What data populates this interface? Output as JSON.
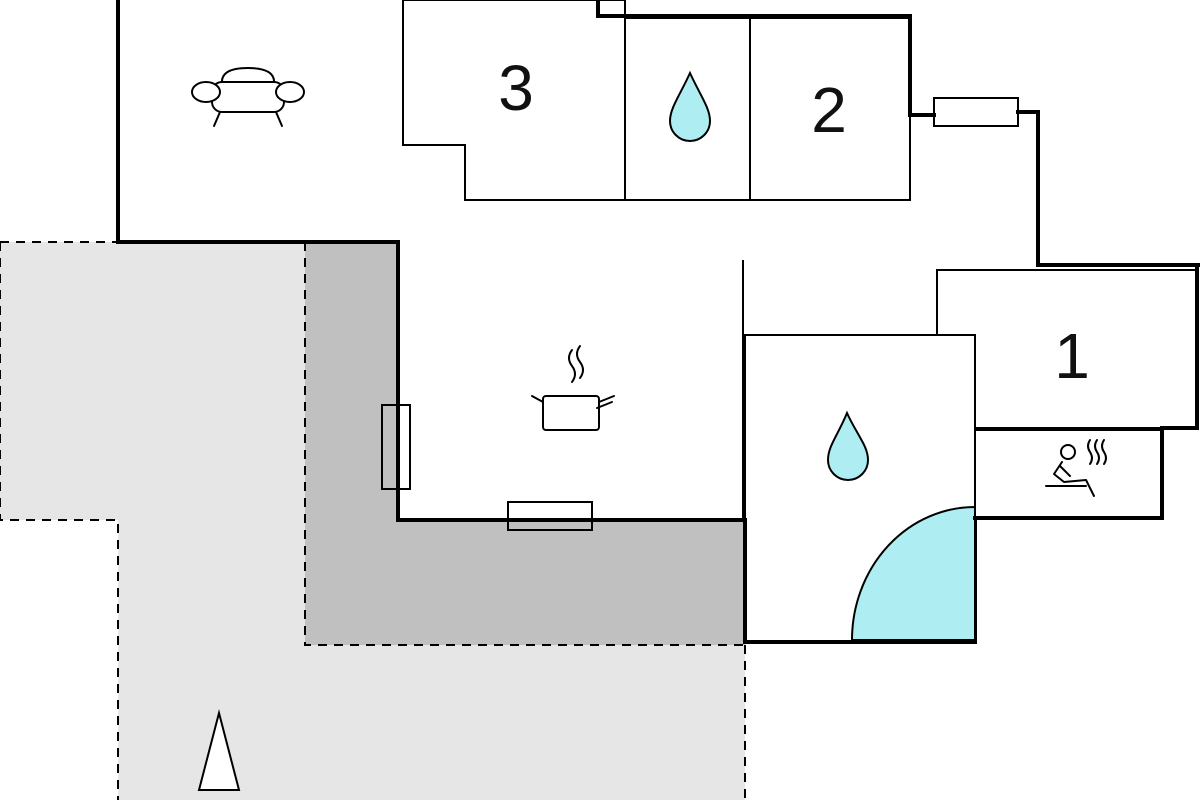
{
  "floorplan": {
    "rooms": [
      {
        "id": "bedroom-3",
        "number": "3"
      },
      {
        "id": "bedroom-2",
        "number": "2"
      },
      {
        "id": "bedroom-1",
        "number": "1"
      }
    ],
    "icons": [
      "sofa-icon",
      "water-drop-icon",
      "cooking-pot-icon",
      "sauna-icon",
      "north-arrow-icon"
    ],
    "colors": {
      "terrace_light": "#e6e6e6",
      "terrace_covered": "#c0c0c0",
      "water": "#aeeef3",
      "wall": "#000000"
    }
  }
}
